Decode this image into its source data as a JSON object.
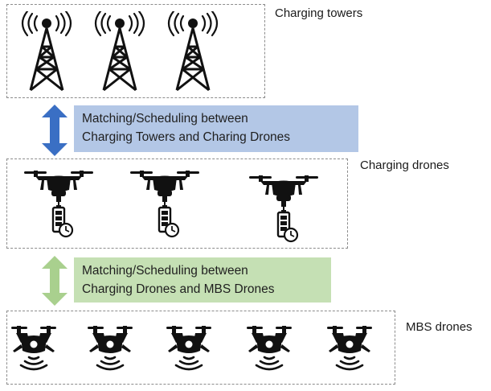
{
  "layers": {
    "towers": {
      "label": "Charging towers",
      "count": 3
    },
    "charging_drones": {
      "label": "Charging drones",
      "count": 3
    },
    "mbs_drones": {
      "label": "MBS drones",
      "count": 5
    }
  },
  "links": {
    "towers_to_charging": {
      "line1": "Matching/Scheduling between",
      "line2": "Charging Towers and Charing Drones",
      "color": "#b3c7e6",
      "arrow_color": "#3a6fc4"
    },
    "charging_to_mbs": {
      "line1": "Matching/Scheduling between",
      "line2": "Charging Drones and MBS Drones",
      "color": "#c5e0b4",
      "arrow_color": "#a9d08e"
    }
  },
  "icons": {
    "tower": "radio-tower-icon",
    "charging_drone": "charging-drone-icon",
    "mbs_drone": "mbs-drone-icon"
  }
}
